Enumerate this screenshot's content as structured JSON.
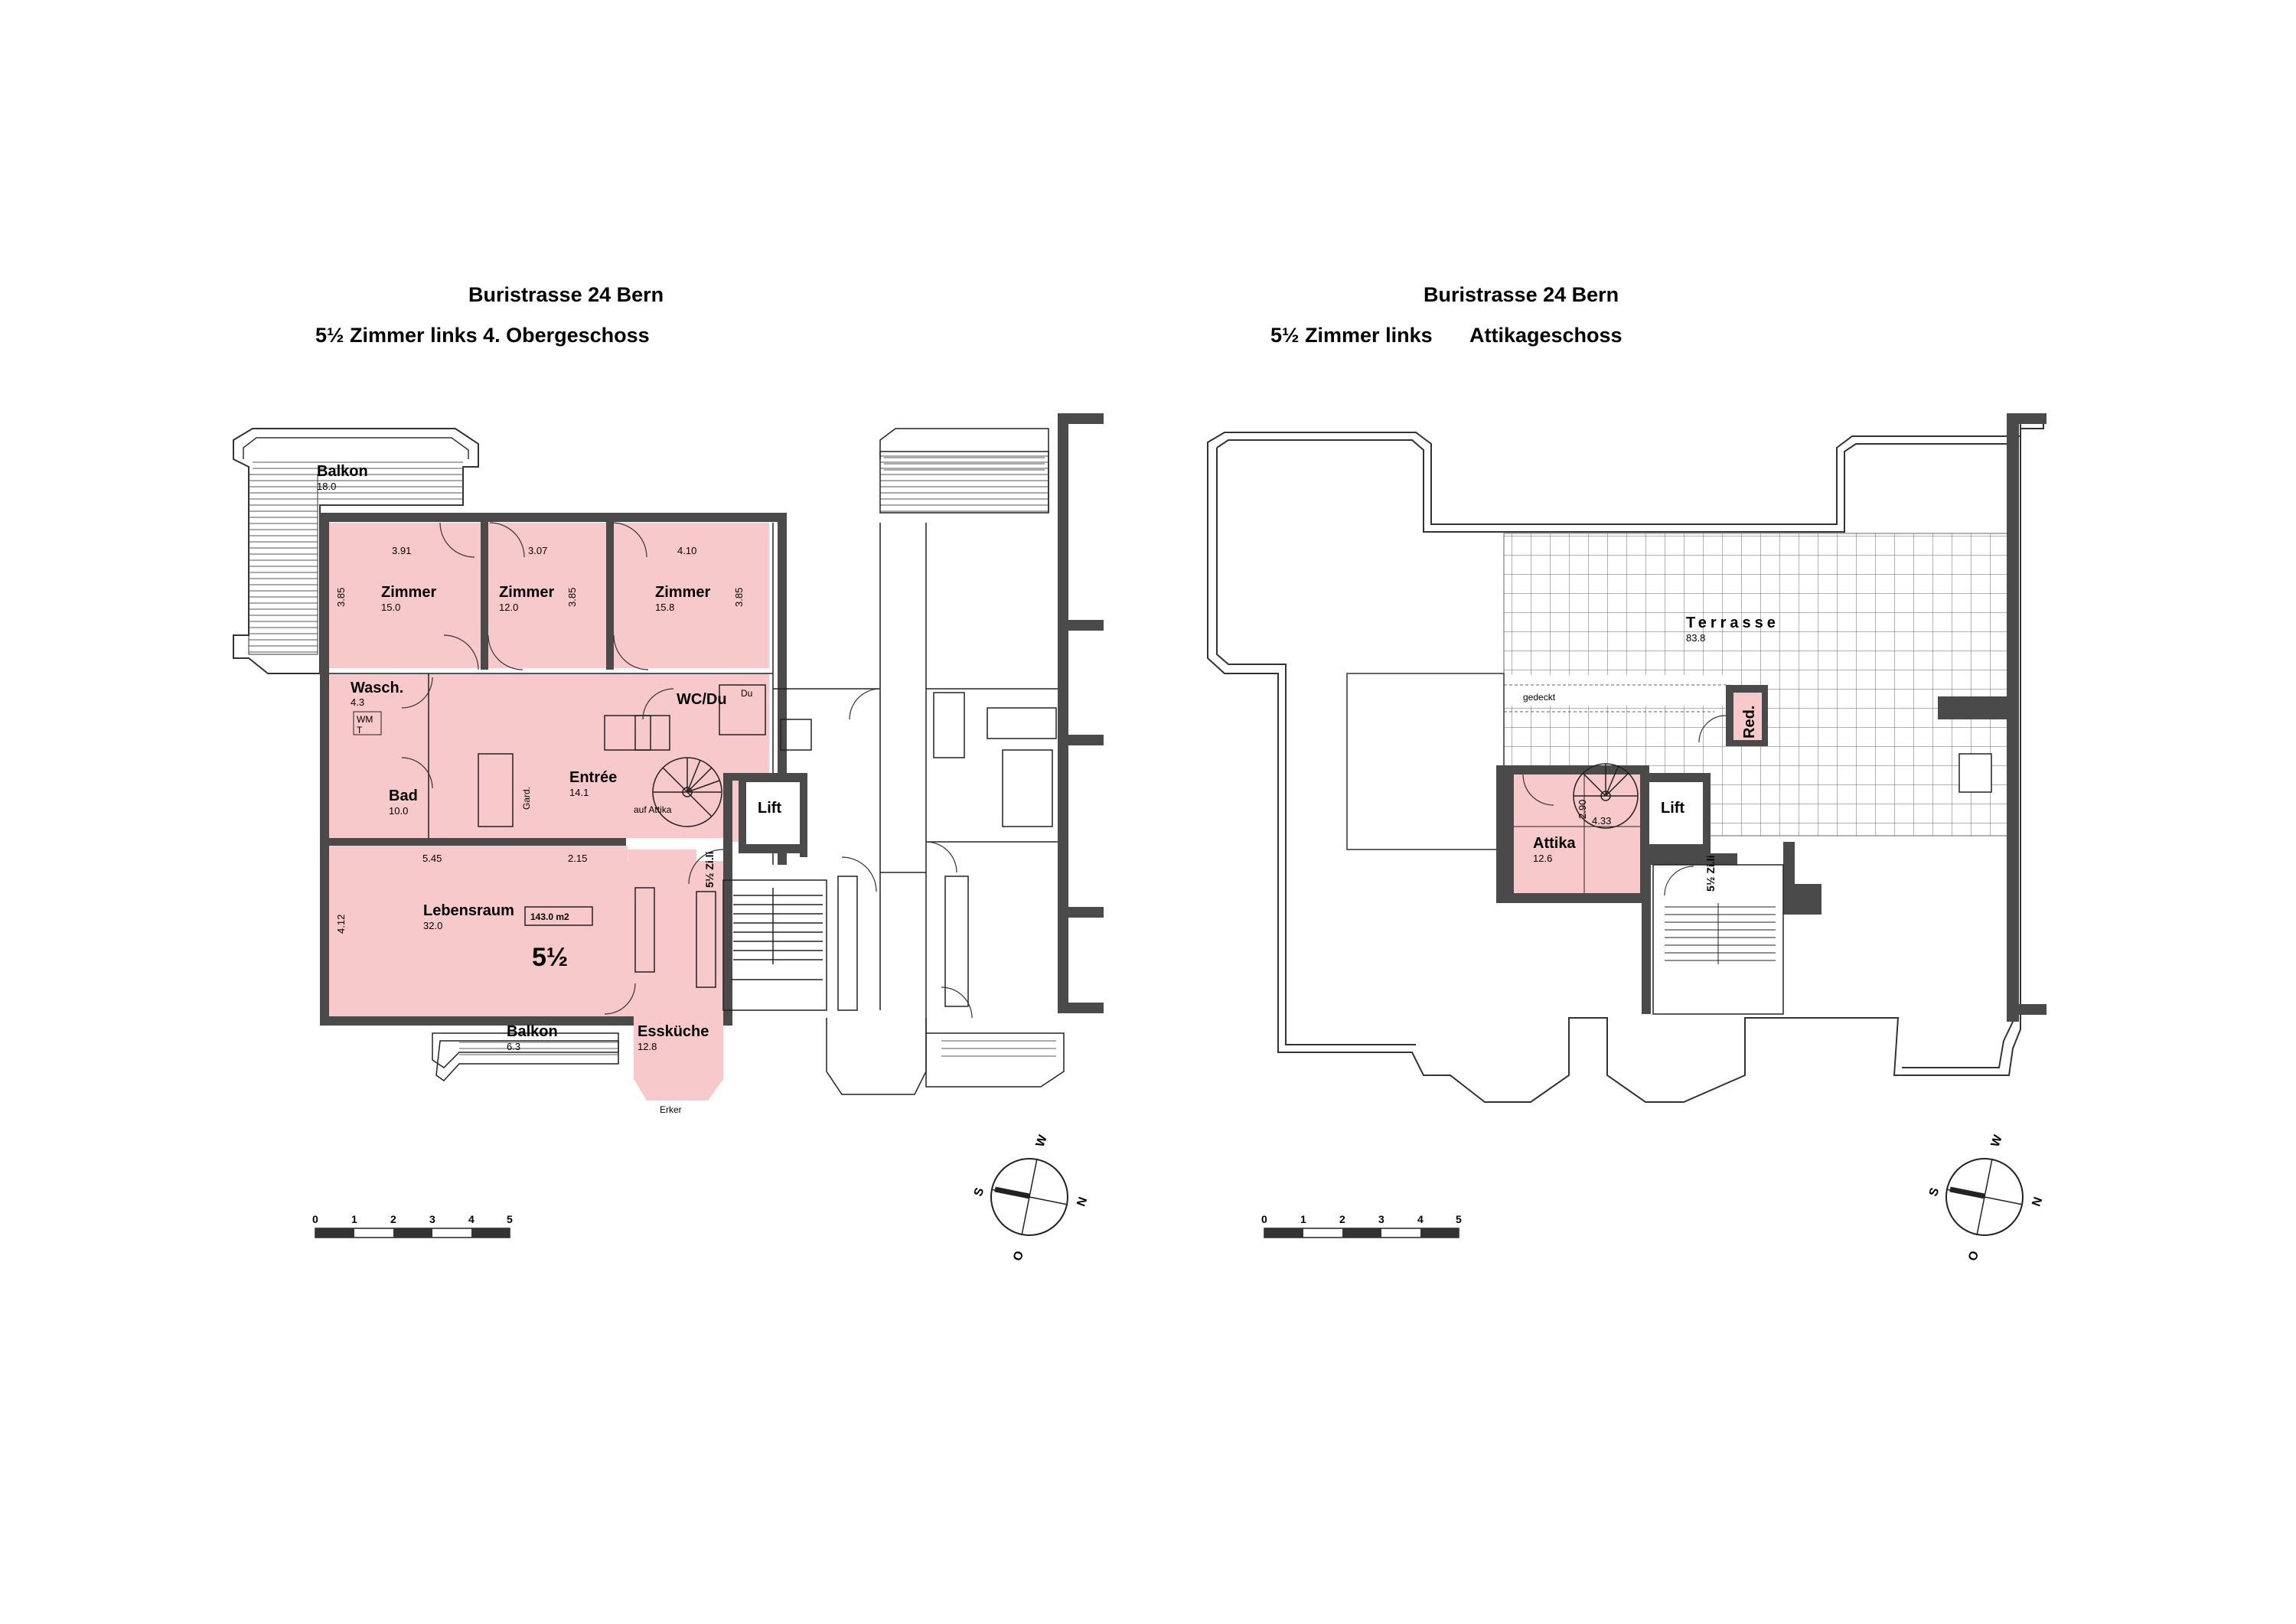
{
  "colors": {
    "room_fill": "#f7c9cb",
    "wall": "#4a4a4a",
    "line": "#222222"
  },
  "left_plan": {
    "address": "Buristrasse 24 Bern",
    "subtitle": "5½ Zimmer links  4. Obergeschoss",
    "total_area": "143.0 m2",
    "apartment_size": "5½",
    "rooms": {
      "balkon_top": {
        "name": "Balkon",
        "area": "18.0"
      },
      "zimmer1": {
        "name": "Zimmer",
        "area": "15.0",
        "width": "3.91",
        "depth": "3.85"
      },
      "zimmer2": {
        "name": "Zimmer",
        "area": "12.0",
        "width": "3.07",
        "depth": "3.85"
      },
      "zimmer3": {
        "name": "Zimmer",
        "area": "15.8",
        "width": "4.10",
        "depth": "3.85"
      },
      "wasch": {
        "name": "Wasch.",
        "area": "4.3",
        "wm": "WM",
        "t": "T"
      },
      "wcdu": {
        "name": "WC/Du",
        "du": "Du"
      },
      "bad": {
        "name": "Bad",
        "area": "10.0"
      },
      "entree": {
        "name": "Entrée",
        "area": "14.1",
        "gard": "Gard.",
        "stair": "auf Attika"
      },
      "lebensraum": {
        "name": "Lebensraum",
        "area": "32.0",
        "width_a": "5.45",
        "width_b": "2.15",
        "depth": "4.12"
      },
      "balkon_bottom": {
        "name": "Balkon",
        "area": "6.3"
      },
      "esskueche": {
        "name": "Essküche",
        "area": "12.8",
        "erker": "Erker"
      }
    },
    "lift": "Lift",
    "stair_label": "5½ Zi.li",
    "scale": [
      "0",
      "1",
      "2",
      "3",
      "4",
      "5"
    ],
    "compass": [
      "W",
      "N",
      "O",
      "S"
    ]
  },
  "right_plan": {
    "address": "Buristrasse 24 Bern",
    "subtitle_a": "5½ Zimmer links",
    "subtitle_b": "Attikageschoss",
    "terrasse": {
      "name": "Terrasse",
      "area": "83.8",
      "covered": "gedeckt"
    },
    "red": "Red.",
    "attika": {
      "name": "Attika",
      "area": "12.6",
      "dim_a": "2.90",
      "dim_b": "4.33"
    },
    "lift": "Lift",
    "stair_label": "5½ Zi.li",
    "scale": [
      "0",
      "1",
      "2",
      "3",
      "4",
      "5"
    ],
    "compass": [
      "W",
      "N",
      "O",
      "S"
    ]
  }
}
